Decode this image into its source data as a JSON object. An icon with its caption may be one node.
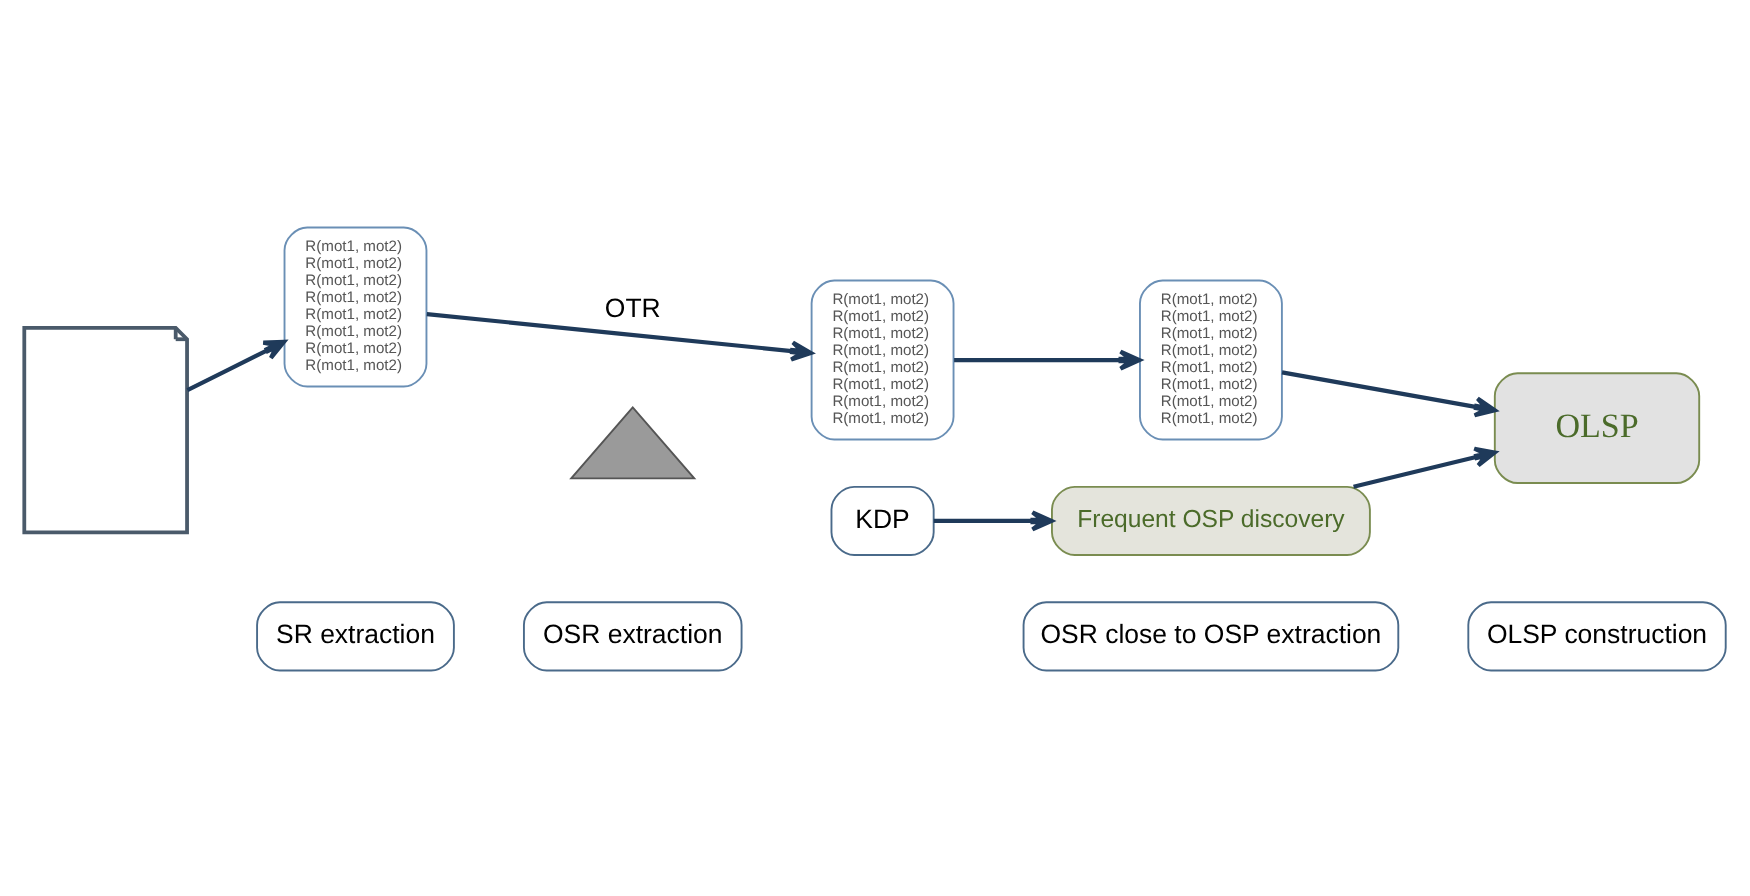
{
  "diagram": {
    "nodes": [
      {
        "text": [
          "SR extraction"
        ]
      },
      {
        "text": [
          "OSR extraction"
        ]
      },
      {
        "text": [
          "OSR close to OSP extraction"
        ]
      },
      {
        "text": [
          "OLSP construction"
        ]
      },
      {
        "text": [],
        "shape": "picture"
      },
      {
        "text": [
          "R(mot1, mot2)",
          "R(mot1, mot2)",
          "R(mot1, mot2)",
          "R(mot1, mot2)",
          "R(mot1, mot2)",
          "R(mot1, mot2)",
          "R(mot1, mot2)",
          "R(mot1, mot2)"
        ]
      },
      {
        "text": [],
        "shape": "triangle"
      },
      {
        "text": [
          "R(mot1, mot2)",
          "R(mot1, mot2)",
          "R(mot1, mot2)",
          "R(mot1, mot2)",
          "R(mot1, mot2)",
          "R(mot1, mot2)",
          "R(mot1, mot2)",
          "R(mot1, mot2)"
        ]
      },
      {
        "text": [
          "R(mot1, mot2)",
          "R(mot1, mot2)",
          "R(mot1, mot2)",
          "R(mot1, mot2)",
          "R(mot1, mot2)",
          "R(mot1, mot2)",
          "R(mot1, mot2)",
          "R(mot1, mot2)"
        ]
      },
      {
        "text": [
          "OLSP"
        ]
      },
      {
        "text": [
          "Frequent OSP discovery"
        ]
      },
      {
        "text": [
          "KDP"
        ]
      }
    ],
    "edges": [
      {
        "from": 4,
        "to": 5,
        "arrow": "to"
      },
      {
        "from": 5,
        "to": 7,
        "arrow": "to",
        "label": "OTR"
      },
      {
        "from": 7,
        "to": 8,
        "arrow": "to"
      },
      {
        "from": 8,
        "to": 9,
        "arrow": "to"
      },
      {
        "from": 10,
        "to": 9,
        "arrow": "to"
      },
      {
        "from": 11,
        "to": 10,
        "arrow": "to"
      }
    ]
  }
}
